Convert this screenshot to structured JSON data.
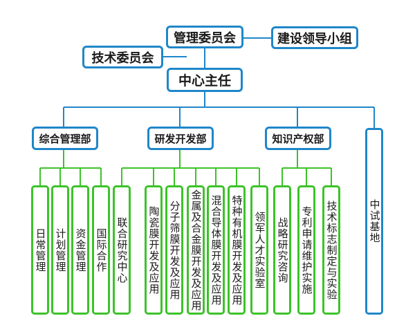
{
  "colors": {
    "blue": "#1f86c9",
    "green": "#3cc229"
  },
  "top": {
    "management_committee": "管理委员会",
    "construction_group": "建设领导小组",
    "tech_committee": "技术委员会",
    "center_director": "中心主任"
  },
  "departments": {
    "general": "综合管理部",
    "rd": "研发开发部",
    "ip": "知识产权部",
    "pilot_base": "中试基地"
  },
  "general_units": [
    "日常管理",
    "计划管理",
    "资金管理",
    "国际合作"
  ],
  "rd_units": [
    "联合研究中心",
    "陶瓷膜开发及应用",
    "分子筛膜开发及应用",
    "金属及合金膜开发及应用",
    "混合导体膜开发及应用",
    "特种有机膜开发及应用",
    "领军人才实验室"
  ],
  "ip_units": [
    "战略研究咨询",
    "专利申请维护实施",
    "技术标志制定与实验"
  ]
}
